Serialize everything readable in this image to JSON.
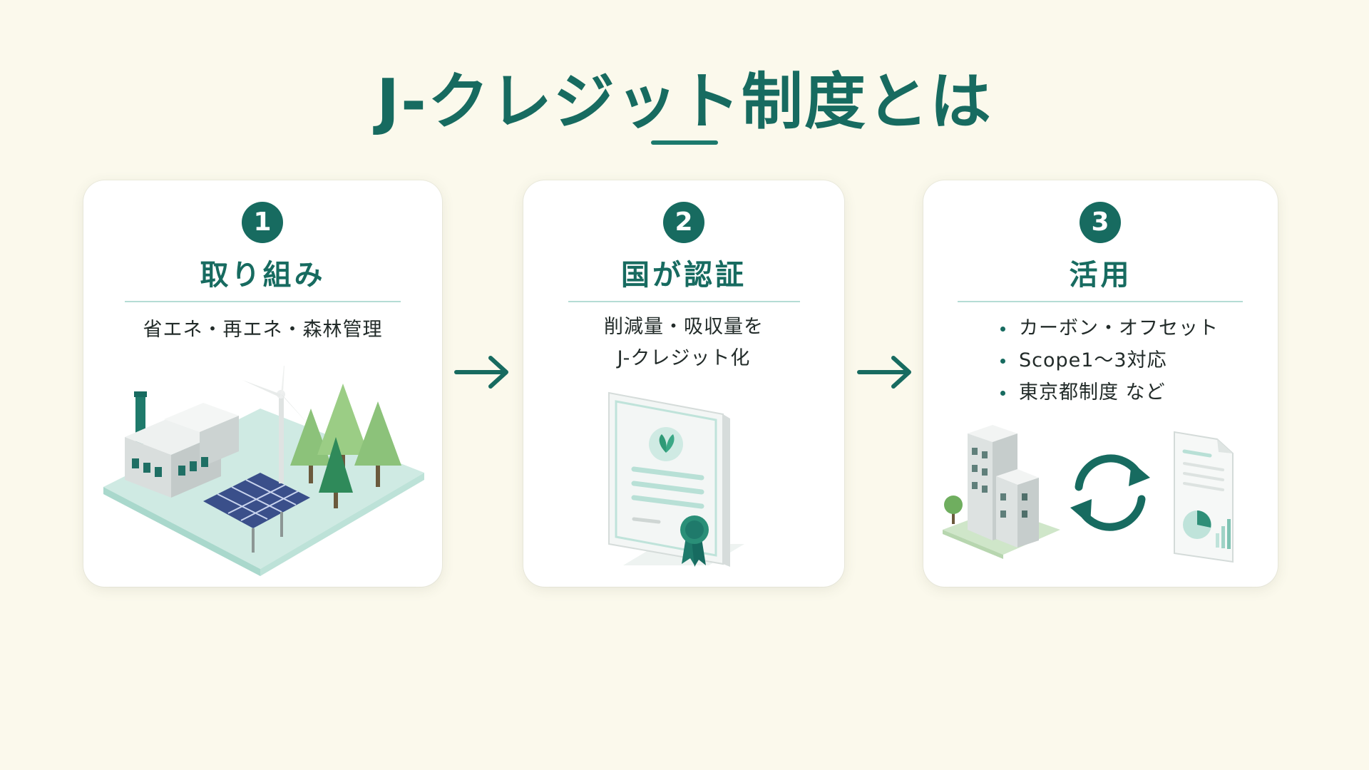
{
  "title": "J-クレジット制度とは",
  "steps": [
    {
      "number": "1",
      "heading": "取り組み",
      "description": [
        "省エネ・再エネ・森林管理"
      ],
      "illustration": "factory-solar-wind-forest"
    },
    {
      "number": "2",
      "heading": "国が認証",
      "description": [
        "削減量・吸収量を",
        "J-クレジット化"
      ],
      "illustration": "certificate-with-leaf-seal"
    },
    {
      "number": "3",
      "heading": "活用",
      "bullets": [
        "カーボン・オフセット",
        "Scope1～3対応",
        "東京都制度 など"
      ],
      "illustration": "building-cycle-report"
    }
  ],
  "colors": {
    "background": "#fbf9ec",
    "accent": "#176b60",
    "card": "#ffffff",
    "rule": "#b5dcd5"
  },
  "icons": {
    "arrow": "arrow-right-icon",
    "cycle": "cycle-arrows-icon"
  }
}
